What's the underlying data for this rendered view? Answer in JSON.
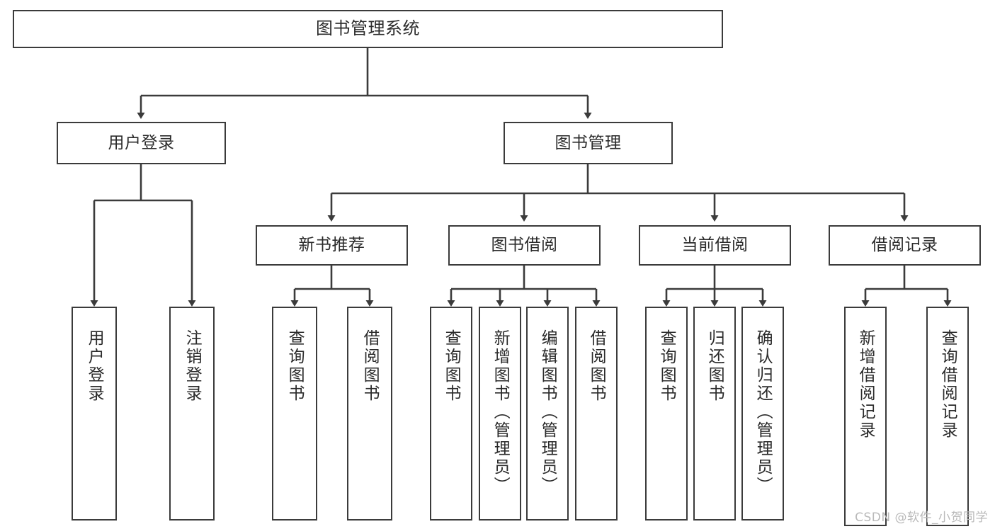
{
  "diagram": {
    "type": "tree",
    "title": "图书管理系统",
    "watermark": "CSDN @软件_小贺同学",
    "colors": {
      "stroke": "#3b3b3b",
      "fill": "#ffffff",
      "text": "#2b2b2b",
      "watermark": "#b9b9b9"
    },
    "nodes": {
      "root": {
        "label": "图书管理系统"
      },
      "level2": [
        {
          "id": "user-login",
          "label": "用户登录"
        },
        {
          "id": "book-manage",
          "label": "图书管理"
        }
      ],
      "level3": [
        {
          "id": "new-book-rec",
          "label": "新书推荐"
        },
        {
          "id": "book-borrow",
          "label": "图书借阅"
        },
        {
          "id": "current-borrow",
          "label": "当前借阅"
        },
        {
          "id": "borrow-record",
          "label": "借阅记录"
        }
      ],
      "leaves": {
        "user_login": [
          {
            "id": "leaf-user-login",
            "label": "用户登录"
          },
          {
            "id": "leaf-user-logout",
            "label": "注销登录"
          }
        ],
        "new_book_rec": [
          {
            "id": "leaf-query-book-1",
            "label": "查询图书"
          },
          {
            "id": "leaf-borrow-book-1",
            "label": "借阅图书"
          }
        ],
        "book_borrow": [
          {
            "id": "leaf-query-book-2",
            "label": "查询图书"
          },
          {
            "id": "leaf-add-book",
            "label": "新增图书（管理员）"
          },
          {
            "id": "leaf-edit-book",
            "label": "编辑图书（管理员）"
          },
          {
            "id": "leaf-borrow-book-2",
            "label": "借阅图书"
          }
        ],
        "current_borrow": [
          {
            "id": "leaf-query-book-3",
            "label": "查询图书"
          },
          {
            "id": "leaf-return-book",
            "label": "归还图书"
          },
          {
            "id": "leaf-confirm-return",
            "label": "确认归还（管理员）"
          }
        ],
        "borrow_record": [
          {
            "id": "leaf-add-record",
            "label": "新增借阅记录"
          },
          {
            "id": "leaf-query-record",
            "label": "查询借阅记录"
          }
        ]
      }
    }
  }
}
